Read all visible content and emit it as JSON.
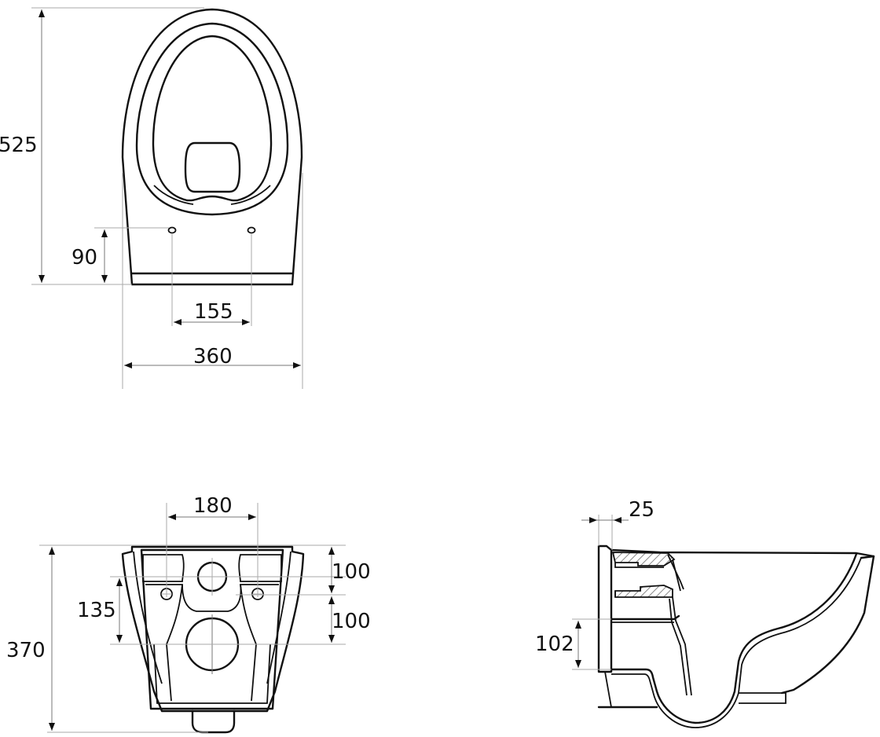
{
  "drawing": {
    "subject": "wall-hung toilet bowl technical drawing",
    "units": "mm",
    "views": [
      {
        "name": "top-view",
        "dimensions": {
          "length": "525",
          "fixing_hole_offset": "90",
          "fixing_hole_spacing": "155",
          "width": "360"
        }
      },
      {
        "name": "rear-view",
        "dimensions": {
          "fixing_spacing": "180",
          "height": "370",
          "hole_offset": "135",
          "upper_gap": "100",
          "lower_gap": "100"
        }
      },
      {
        "name": "side-section-view",
        "dimensions": {
          "wall_offset": "25",
          "outlet_height": "102"
        }
      }
    ]
  }
}
